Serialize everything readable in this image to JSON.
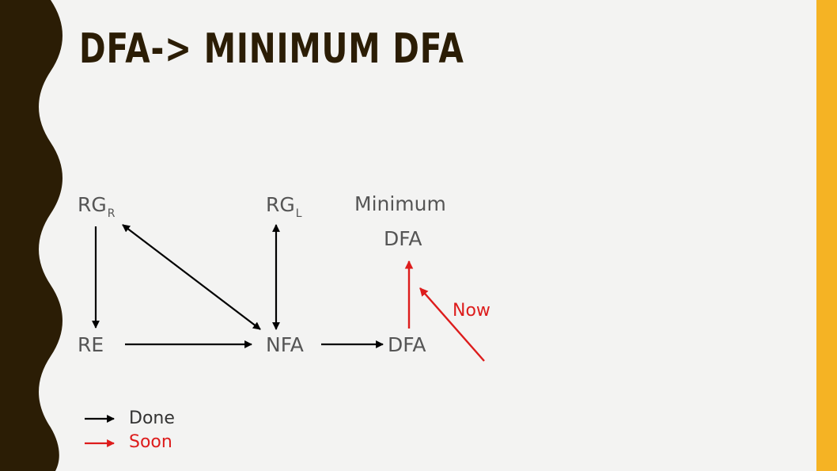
{
  "slide": {
    "title": "DFA-> MINIMUM DFA",
    "colors": {
      "background": "#f3f3f2",
      "border_dark": "#2b1d05",
      "accent": "#f5b324",
      "title_text": "#2b1d05",
      "node_text": "#555555",
      "done_arrow": "#000000",
      "soon_arrow": "#dd1c1c"
    }
  },
  "nodes": {
    "rg_r": {
      "base": "RG",
      "sub": "R"
    },
    "rg_l": {
      "base": "RG",
      "sub": "L"
    },
    "min_dfa_line1": "Minimum",
    "min_dfa_line2": "DFA",
    "re": "RE",
    "nfa": "NFA",
    "dfa": "DFA"
  },
  "annotation": {
    "now_label": "Now"
  },
  "legend": {
    "done_label": "Done",
    "soon_label": "Soon"
  },
  "edges": [
    {
      "from": "RG_R",
      "to": "RE",
      "status": "done"
    },
    {
      "from": "NFA",
      "to": "RG_R",
      "status": "done"
    },
    {
      "from": "RG_R",
      "to": "NFA",
      "status": "done"
    },
    {
      "from": "RG_L",
      "to": "NFA",
      "status": "done"
    },
    {
      "from": "NFA",
      "to": "RG_L",
      "status": "done"
    },
    {
      "from": "RE",
      "to": "NFA",
      "status": "done"
    },
    {
      "from": "NFA",
      "to": "DFA",
      "status": "done"
    },
    {
      "from": "DFA",
      "to": "Minimum DFA",
      "status": "soon"
    }
  ]
}
